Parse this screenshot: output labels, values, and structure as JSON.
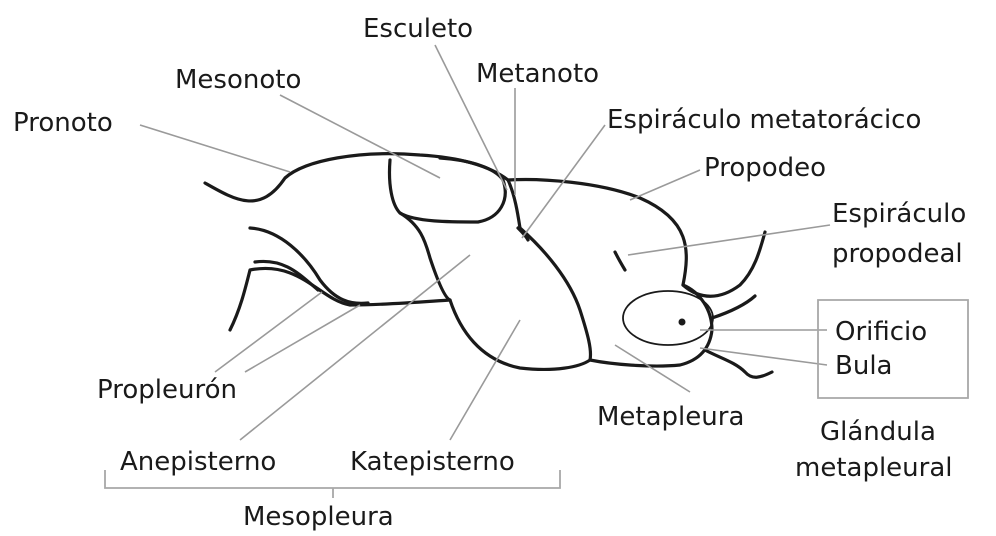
{
  "labels": {
    "esculeto": "Esculeto",
    "metanoto": "Metanoto",
    "mesonoto": "Mesonoto",
    "pronoto": "Pronoto",
    "espiraculo_metatoracico": "Espiráculo metatorácico",
    "propodeo": "Propodeo",
    "espiraculo_propodeal_1": "Espiráculo",
    "espiraculo_propodeal_2": "propodeal",
    "orificio": "Orificio",
    "bula": "Bula",
    "propleuron": "Propleurón",
    "metapleura": "Metapleura",
    "glandula_1": "Glándula",
    "glandula_2": "metapleural",
    "anepisterno": "Anepisterno",
    "katepisterno": "Katepisterno",
    "mesopleura": "Mesopleura"
  },
  "colors": {
    "outline": "#1a1a1a",
    "leader": "#9a9a9a",
    "bracket": "#a8a8a8"
  }
}
